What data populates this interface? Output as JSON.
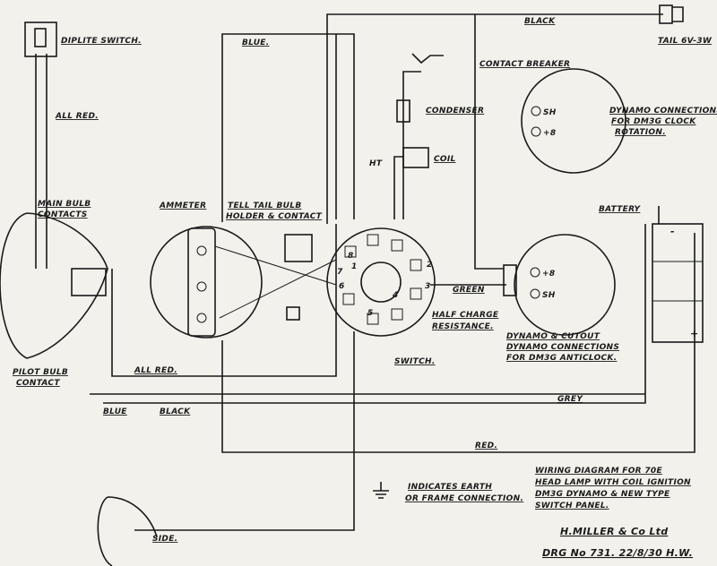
{
  "labels": {
    "diplite_switch": "DIPLITE SWITCH.",
    "all_red_top": "ALL RED.",
    "main_bulb_contacts_1": "MAIN BULB",
    "main_bulb_contacts_2": "CONTACTS",
    "pilot_bulb_contact_1": "PILOT BULB",
    "pilot_bulb_contact_2": "CONTACT",
    "ammeter": "AMMETER",
    "tell_tail_1": "TELL TAIL BULB",
    "tell_tail_2": "HOLDER & CONTACT",
    "blue_top": "BLUE.",
    "black_top": "BLACK",
    "tail": "TAIL 6V-3W",
    "contact_breaker": "CONTACT BREAKER",
    "condenser": "CONDENSER",
    "coil": "COIL",
    "ht": "HT",
    "dynamo_conn_1": "DYNAMO CONNECTIONS",
    "dynamo_conn_2": "FOR DM3G CLOCK",
    "dynamo_conn_3": "ROTATION.",
    "battery": "BATTERY",
    "green": "GREEN",
    "half_charge_1": "HALF CHARGE",
    "half_charge_2": "RESISTANCE.",
    "dyn_cutout_1": "DYNAMO & CUTOUT",
    "dyn_cutout_2": "DYNAMO CONNECTIONS",
    "dyn_cutout_3": "FOR DM3G ANTICLOCK.",
    "switch": "SWITCH.",
    "all_red_bottom": "ALL RED.",
    "blue_bottom": "BLUE",
    "black_bottom": "BLACK",
    "grey": "GREY",
    "red": "RED.",
    "side": "SIDE.",
    "earth_1": "INDICATES EARTH",
    "earth_2": "OR FRAME CONNECTION.",
    "title_1": "WIRING DIAGRAM FOR 70E",
    "title_2": "HEAD LAMP WITH COIL IGNITION",
    "title_3": "DM3G DYNAMO & NEW TYPE",
    "title_4": "SWITCH PANEL.",
    "maker": "H.MILLER & Co Ltd",
    "drawing_no": "DRG No 731. 22/8/30 H.W.",
    "term_sh_top": "SH",
    "term_plus8_top": "+8",
    "term_plus8_bot": "+8",
    "term_sh_bot": "SH",
    "batt_minus": "-",
    "batt_plus": "+",
    "sw_1": "1",
    "sw_2": "2",
    "sw_3": "3",
    "sw_4": "4",
    "sw_5": "5",
    "sw_6": "6",
    "sw_7": "7",
    "sw_8": "8"
  }
}
